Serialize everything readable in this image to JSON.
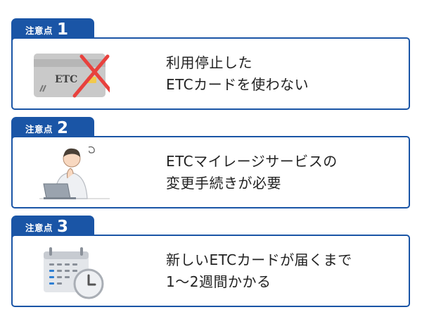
{
  "sections": [
    {
      "tab_label": "注意点",
      "number": "1",
      "lines": [
        "利用停止した",
        "ETCカードを使わない"
      ],
      "illustration": "etc-card-crossed-icon",
      "card_text": "ETC"
    },
    {
      "tab_label": "注意点",
      "number": "2",
      "lines": [
        "ETCマイレージサービスの",
        "変更手続きが必要"
      ],
      "illustration": "person-at-laptop-icon"
    },
    {
      "tab_label": "注意点",
      "number": "3",
      "lines": [
        "新しいETCカードが届くまで",
        "1〜2週間かかる"
      ],
      "illustration": "calendar-clock-icon"
    }
  ],
  "colors": {
    "accent": "#1a55a6",
    "cross": "#e8413d",
    "card_gray": "#c9c9c9",
    "chip": "#f2c94c"
  }
}
